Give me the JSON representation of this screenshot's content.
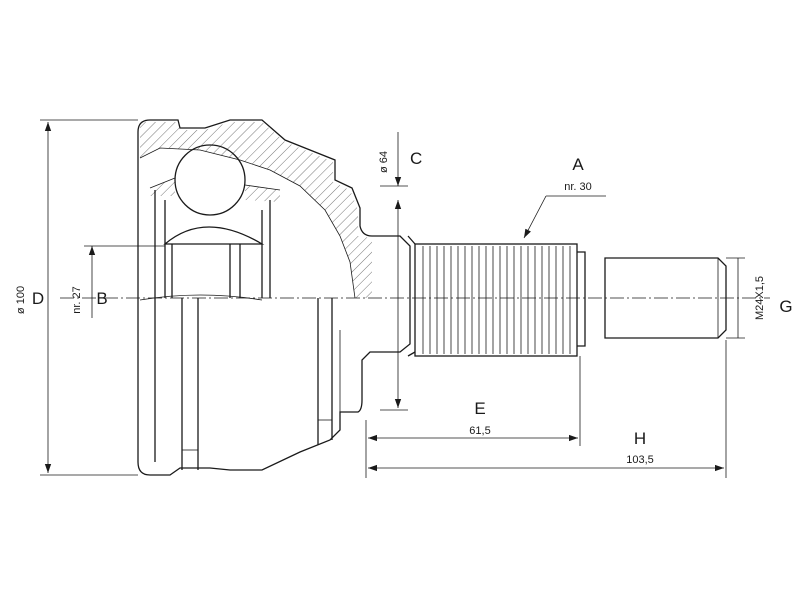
{
  "labels": {
    "a": "A",
    "b": "B",
    "c": "C",
    "d": "D",
    "e": "E",
    "g": "G",
    "h": "H"
  },
  "dimensions": {
    "a_value": "nr. 30",
    "b_value": "nr. 27",
    "c_value": "ø 64",
    "d_value": "ø 100",
    "e_value": "61,5",
    "g_value": "M24X1,5",
    "h_value": "103,5"
  },
  "colors": {
    "line": "#1a1a1a",
    "background": "#ffffff"
  }
}
